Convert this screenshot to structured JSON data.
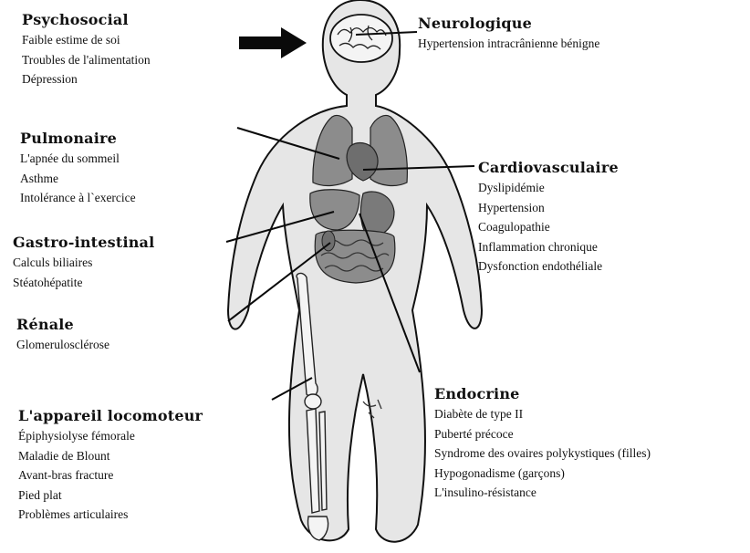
{
  "groups": {
    "psychosocial": {
      "title": "Psychosocial",
      "items": [
        "Faible estime de soi",
        "Troubles de l'alimentation",
        "Dépression"
      ]
    },
    "neurologique": {
      "title": "Neurologique",
      "items": [
        "Hypertension intracrânienne bénigne"
      ]
    },
    "pulmonaire": {
      "title": "Pulmonaire",
      "items": [
        "L'apnée du sommeil",
        "Asthme",
        "Intolérance à l`exercice"
      ]
    },
    "cardiovasculaire": {
      "title": "Cardiovasculaire",
      "items": [
        "Dyslipidémie",
        "Hypertension",
        "Coagulopathie",
        "Inflammation chronique",
        "Dysfonction endothéliale"
      ]
    },
    "gastro": {
      "title": "Gastro-intestinal",
      "items": [
        "Calculs biliaires",
        "Stéatohépatite"
      ]
    },
    "renale": {
      "title": "Rénale",
      "items": [
        "Glomerulosclérose"
      ]
    },
    "endocrine": {
      "title": "Endocrine",
      "items": [
        "Diabète de type II",
        "Puberté précoce",
        "Syndrome des ovaires polykystiques (filles)",
        "Hypogonadisme (garçons)",
        "L'insulino-résistance"
      ]
    },
    "locomoteur": {
      "title": "L'appareil locomoteur",
      "items": [
        "Épiphysiolyse fémorale",
        "Maladie de Blount",
        "Avant-bras fracture",
        "Pied plat",
        "Problèmes articulaires"
      ]
    }
  },
  "colors": {
    "body_fill": "#e6e6e6",
    "outline": "#111111",
    "organ_fill": "#8c8c8c",
    "bone_fill": "#f4f4f4"
  }
}
